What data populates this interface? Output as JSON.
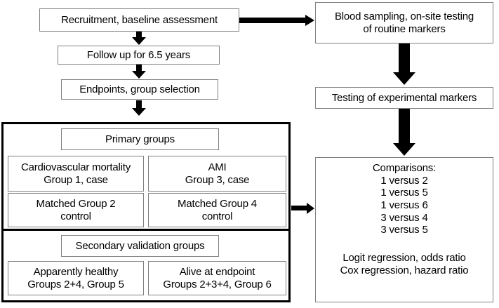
{
  "figure": {
    "type": "flowchart",
    "orientation": "two-column",
    "colors": {
      "box_border": "#7f7f7f",
      "container_border": "#000000",
      "arrow": "#000000",
      "background": "#ffffff",
      "text": "#000000"
    }
  },
  "left_flow": {
    "recruitment": {
      "line1": "Recruitment, baseline assessment"
    },
    "followup": {
      "line1": "Follow up for 6.5 years"
    },
    "endpoints": {
      "line1": "Endpoints, group selection"
    }
  },
  "right_flow": {
    "blood_sampling": {
      "line1": "Blood sampling, on-site testing",
      "line2": "of routine markers"
    },
    "experimental_markers": {
      "line1": "Testing of experimental markers"
    },
    "comparisons": {
      "title": "Comparisons:",
      "items": [
        "1 versus 2",
        "1 versus 5",
        "1 versus 6",
        "3 versus 4",
        "3 versus 5"
      ],
      "methods": [
        "Logit regression, odds ratio",
        "Cox regression, hazard ratio"
      ]
    }
  },
  "groups_container": {
    "primary": {
      "header": "Primary groups",
      "cells": [
        {
          "line1": "Cardiovascular mortality",
          "line2": "Group 1, case"
        },
        {
          "line1": "AMI",
          "line2": "Group 3, case"
        },
        {
          "line1": "Matched Group 2",
          "line2": "control"
        },
        {
          "line1": "Matched Group 4",
          "line2": "control"
        }
      ]
    },
    "secondary": {
      "header": "Secondary validation groups",
      "cells": [
        {
          "line1": "Apparently healthy",
          "line2": "Groups 2+4, Group 5"
        },
        {
          "line1": "Alive at endpoint",
          "line2": "Groups 2+3+4, Group 6"
        }
      ]
    }
  },
  "connectors": [
    {
      "name": "recruitment-to-blood",
      "direction": "right",
      "weight": "heavy"
    },
    {
      "name": "recruitment-to-followup",
      "direction": "down",
      "weight": "light"
    },
    {
      "name": "followup-to-endpoints",
      "direction": "down",
      "weight": "light"
    },
    {
      "name": "endpoints-to-groups",
      "direction": "down",
      "weight": "light"
    },
    {
      "name": "blood-to-experimental",
      "direction": "down",
      "weight": "heavy"
    },
    {
      "name": "experimental-to-comparisons",
      "direction": "down",
      "weight": "heavy"
    },
    {
      "name": "groups-to-comparisons",
      "direction": "right",
      "weight": "medium"
    }
  ]
}
